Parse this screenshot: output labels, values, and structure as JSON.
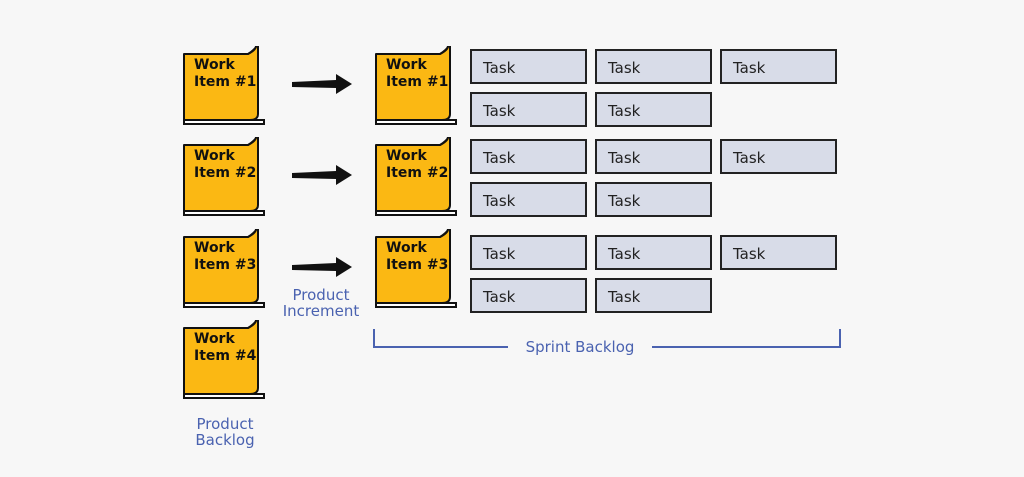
{
  "product_backlog": {
    "items": [
      "Work\nItem #1",
      "Work\nItem #2",
      "Work\nItem #3",
      "Work\nItem #4"
    ],
    "caption": "Product\nBacklog"
  },
  "product_increment": {
    "caption": "Product\nIncrement"
  },
  "sprint_backlog": {
    "items": [
      {
        "label": "Work\nItem #1",
        "tasks": [
          "Task",
          "Task",
          "Task",
          "Task",
          "Task"
        ]
      },
      {
        "label": "Work\nItem #2",
        "tasks": [
          "Task",
          "Task",
          "Task",
          "Task",
          "Task"
        ]
      },
      {
        "label": "Work\nItem #3",
        "tasks": [
          "Task",
          "Task",
          "Task",
          "Task",
          "Task"
        ]
      }
    ],
    "caption": "Sprint Backlog"
  },
  "colors": {
    "card_fill": "#fbb813",
    "task_fill": "#d8dce8",
    "caption": "#4a62b0",
    "outline": "#111111"
  }
}
